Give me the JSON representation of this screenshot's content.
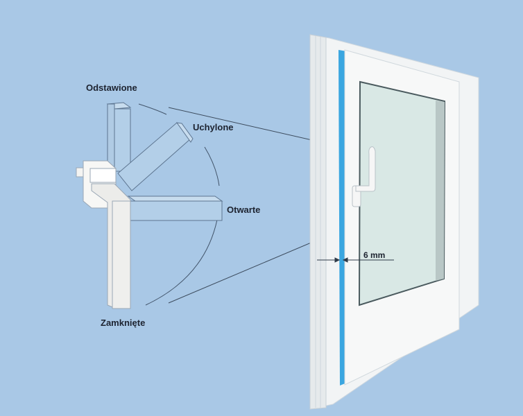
{
  "labels": {
    "detached": "Odstawione",
    "tilted": "Uchylone",
    "open": "Otwarte",
    "closed": "Zamknięte"
  },
  "measurement": {
    "gap": "6 mm"
  },
  "colors": {
    "background": "#a9c8e6",
    "frame": "#f4f6f7",
    "seal": "#3aa6e0",
    "glass": "#dbe9e6",
    "line": "#3b4a5c"
  }
}
